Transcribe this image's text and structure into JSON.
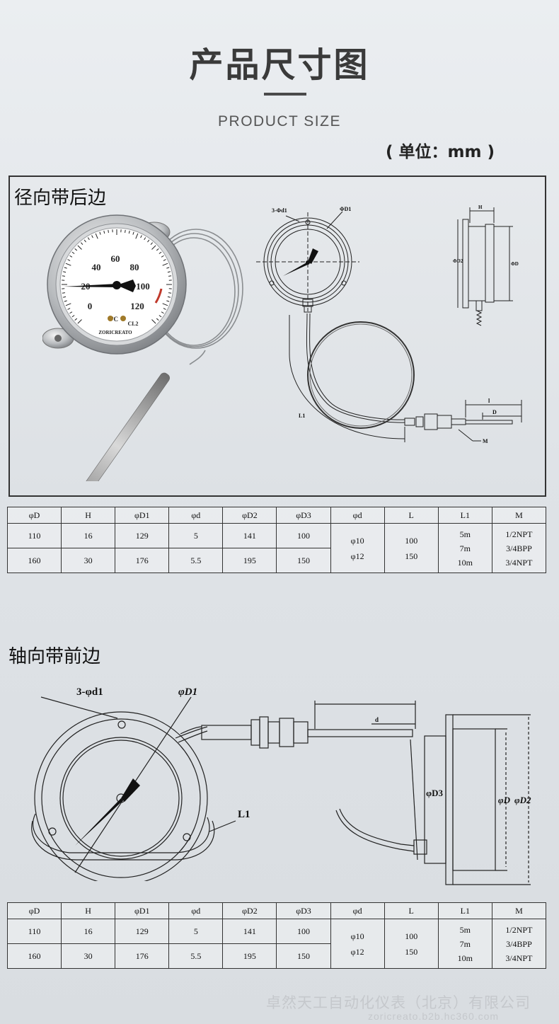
{
  "header": {
    "title": "产品尺寸图",
    "subtitle": "PRODUCT SIZE",
    "unit": "( 单位：mm )"
  },
  "sections": {
    "radial": {
      "heading": "径向带后边",
      "gauge": {
        "scale_labels": [
          "0",
          "20",
          "40",
          "60",
          "80",
          "100",
          "120"
        ],
        "unit_symbol": "°C",
        "class_mark": "CL2",
        "brand": "ZORICREATO"
      },
      "drawing_labels": {
        "holes": "3-Φd1",
        "d1": "ΦD1",
        "h": "H",
        "d2": "ΦD2",
        "d": "ΦD",
        "l1": "L1",
        "l": "l",
        "probe_d": "D",
        "m": "M"
      }
    },
    "axial": {
      "heading": "轴向带前边",
      "drawing_labels": {
        "holes": "3-φd1",
        "d1": "φD1",
        "l1": "L1",
        "d3": "φD3",
        "d": "φD",
        "d2": "φD2",
        "probe": "d"
      }
    }
  },
  "table": {
    "headers": [
      "φD",
      "H",
      "φD1",
      "φd",
      "φD2",
      "φD3",
      "φd",
      "L",
      "L1",
      "M"
    ],
    "rows": [
      [
        "110",
        "16",
        "129",
        "5",
        "141",
        "100"
      ],
      [
        "160",
        "30",
        "176",
        "5.5",
        "195",
        "150"
      ]
    ],
    "probe_d": [
      "φ10",
      "φ12"
    ],
    "length_l": [
      "100",
      "150"
    ],
    "length_l1": [
      "5m",
      "7m",
      "10m"
    ],
    "thread_m": [
      "1/2NPT",
      "3/4BPP",
      "3/4NPT"
    ]
  },
  "footer": {
    "company": "卓然天工自动化仪表（北京）有限公司",
    "url": "zoricreato.b2b.hc360.com"
  }
}
